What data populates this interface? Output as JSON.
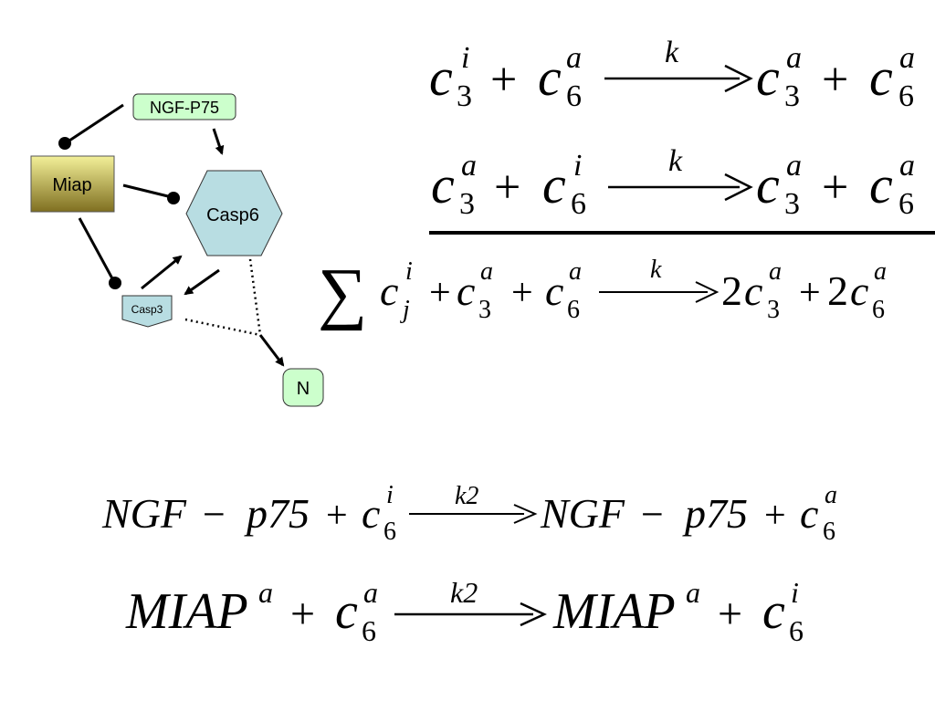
{
  "diagram": {
    "nodes": {
      "ngf": "NGF-P75",
      "miap": "Miap",
      "casp6": "Casp6",
      "casp3": "Casp3",
      "n": "N"
    }
  },
  "equations": {
    "plus": "+",
    "minus": "−",
    "sum_symbol": "∑",
    "c": "c",
    "sub3": "3",
    "sub6": "6",
    "subj": "j",
    "sup_i": "i",
    "sup_a": "a",
    "k": "k",
    "k2": "k2",
    "two": "2",
    "ngf_term": "NGF",
    "p75_term": "p75",
    "miap_term": "MIAP"
  },
  "colors": {
    "ngf_fill": "#ccffcc",
    "miap_fill": "#c8bc55",
    "casp_fill": "#b8dde2",
    "n_fill": "#ccffcc"
  }
}
